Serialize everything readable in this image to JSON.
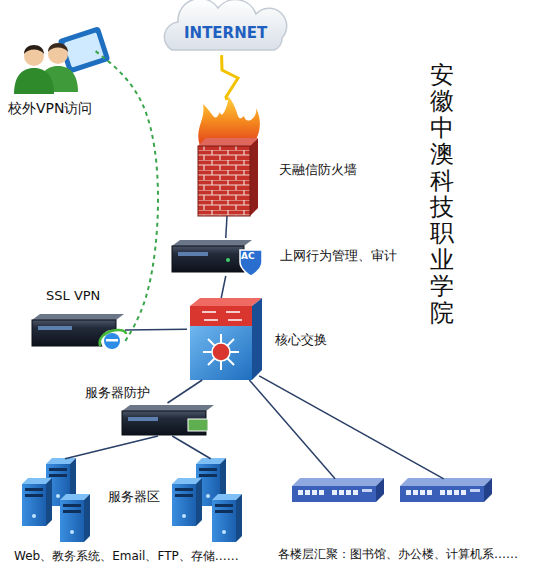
{
  "diagram": {
    "title": "安徽中澳科技职业学院",
    "nodes": [
      {
        "text": [
          "校外VPN访问"
        ]
      },
      {
        "text": [
          "INTERNET"
        ]
      },
      {
        "text": [
          "天融信防火墙"
        ]
      },
      {
        "text": [
          "上网行为管理、审计"
        ]
      },
      {
        "text": [
          "SSL VPN"
        ]
      },
      {
        "text": [
          "核心交换"
        ]
      },
      {
        "text": [
          "服务器防护"
        ]
      },
      {
        "text": [
          "服务器区",
          "Web、教务系统、Email、FTP、存储……"
        ]
      },
      {
        "text": [
          "各楼层汇聚：图书馆、办公楼、计算机系……"
        ]
      }
    ],
    "edges": [
      {
        "from": 1,
        "to": 2,
        "arrow": "none"
      },
      {
        "from": 2,
        "to": 3,
        "arrow": "none"
      },
      {
        "from": 3,
        "to": 5,
        "arrow": "none"
      },
      {
        "from": 4,
        "to": 5,
        "arrow": "none"
      },
      {
        "from": 0,
        "to": 4,
        "arrow": "none"
      },
      {
        "from": 5,
        "to": 6,
        "arrow": "none"
      },
      {
        "from": 6,
        "to": 7,
        "arrow": "none"
      },
      {
        "from": 6,
        "to": 7,
        "arrow": "none"
      },
      {
        "from": 5,
        "to": 8,
        "arrow": "none"
      },
      {
        "from": 5,
        "to": 8,
        "arrow": "none"
      }
    ],
    "labels": [
      "AC"
    ]
  }
}
